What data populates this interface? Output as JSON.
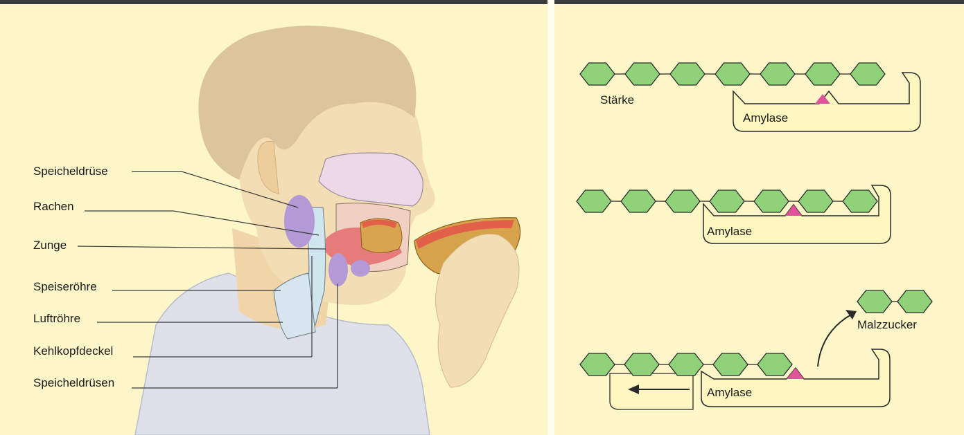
{
  "colors": {
    "page_background": "#fdf6c8",
    "hexagon_fill": "#8fd27a",
    "enzyme_fill": "#fff7bf",
    "active_site": "#e0559a",
    "gland_purple": "#b39ad6",
    "tongue_red": "#e77a7a"
  },
  "anatomy": {
    "labels": [
      "Speicheldrüse",
      "Rachen",
      "Zunge",
      "Speiseröhre",
      "Luftröhre",
      "Kehlkopfdeckel",
      "Speicheldrüsen"
    ]
  },
  "enzyme_steps": {
    "step1": {
      "substrate": "Stärke",
      "enzyme": "Amylase"
    },
    "step2": {
      "enzyme": "Amylase"
    },
    "step3": {
      "enzyme": "Amylase",
      "product": "Malzzucker"
    }
  }
}
